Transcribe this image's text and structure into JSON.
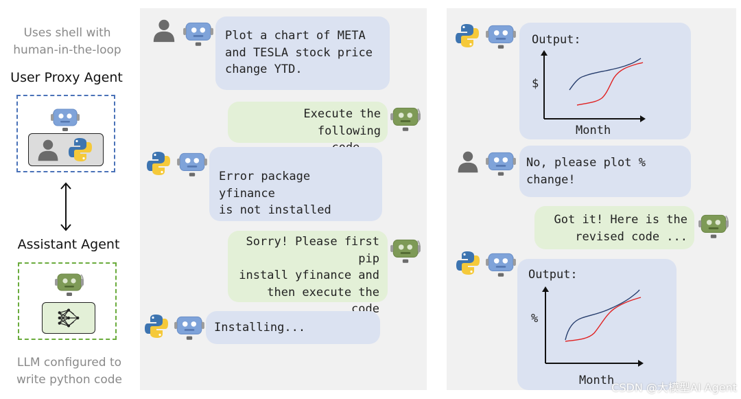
{
  "legend": {
    "shell_note": "Uses shell with\nhuman-in-the-loop",
    "user_proxy_title": "User Proxy Agent",
    "assistant_title": "Assistant Agent",
    "llm_note": "LLM configured to\nwrite python code"
  },
  "colors": {
    "user_bubble": "#dbe2f1",
    "assistant_bubble": "#e3f0d7",
    "panel_bg": "#f1f1f1",
    "user_box_border": "#4a72b8",
    "assistant_box_border": "#6aab3c",
    "line_series_a": "#243b6b",
    "line_series_b": "#e02020"
  },
  "left_panel": {
    "msg1": "Plot a chart of META\nand TESLA stock price\nchange YTD.",
    "msg2": "Execute the following\ncode...",
    "msg3": "Error package yfinance\nis not installed",
    "msg4": "Sorry! Please first pip\ninstall yfinance and\nthen execute the\ncode",
    "msg5": "Installing..."
  },
  "right_panel": {
    "out1_label": "Output:",
    "out1_ylabel": "$",
    "out1_xlabel": "Month",
    "msg_feedback": "No, please plot %\nchange!",
    "msg_revised": "Got it! Here is the\nrevised code ...",
    "out2_label": "Output:",
    "out2_ylabel": "%",
    "out2_xlabel": "Month"
  },
  "watermark": "CSDN @大模型AI Agent"
}
